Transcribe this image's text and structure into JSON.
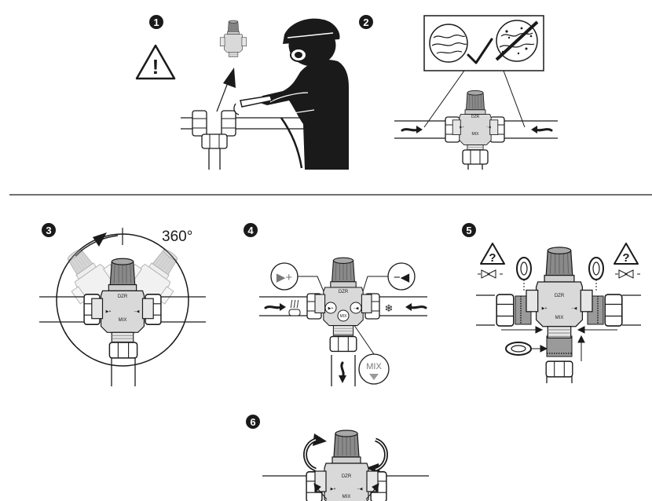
{
  "steps": [
    {
      "number": "1"
    },
    {
      "number": "2"
    },
    {
      "number": "3"
    },
    {
      "number": "4"
    },
    {
      "number": "5"
    },
    {
      "number": "6"
    }
  ],
  "valve": {
    "brand": "DZR",
    "mix_label": "MIX",
    "hot_symbol": "▶+",
    "cold_symbol": "−◀"
  },
  "step3": {
    "rotation_label": "360°"
  },
  "step4": {
    "hot_callout": "▶+",
    "cold_callout": "−◀",
    "mix_callout": "MIX",
    "cold_source_symbol": "❄"
  },
  "step5": {
    "warning_glyph": "?"
  },
  "warning": {
    "glyph": "!"
  },
  "colors": {
    "ink": "#1a1a1a",
    "valve_body": "#d9d9d9",
    "valve_cap": "#8a8a8a",
    "thread": "#9a9a9a"
  },
  "icons": [
    "warning-triangle-icon",
    "welding-torch-icon",
    "clean-water-icon",
    "dirty-water-icon",
    "checkmark-icon",
    "snowflake-icon",
    "boiler-icon",
    "rotation-arrow-icon",
    "question-warning-icon",
    "washer-icon",
    "flow-arrow-icon"
  ]
}
